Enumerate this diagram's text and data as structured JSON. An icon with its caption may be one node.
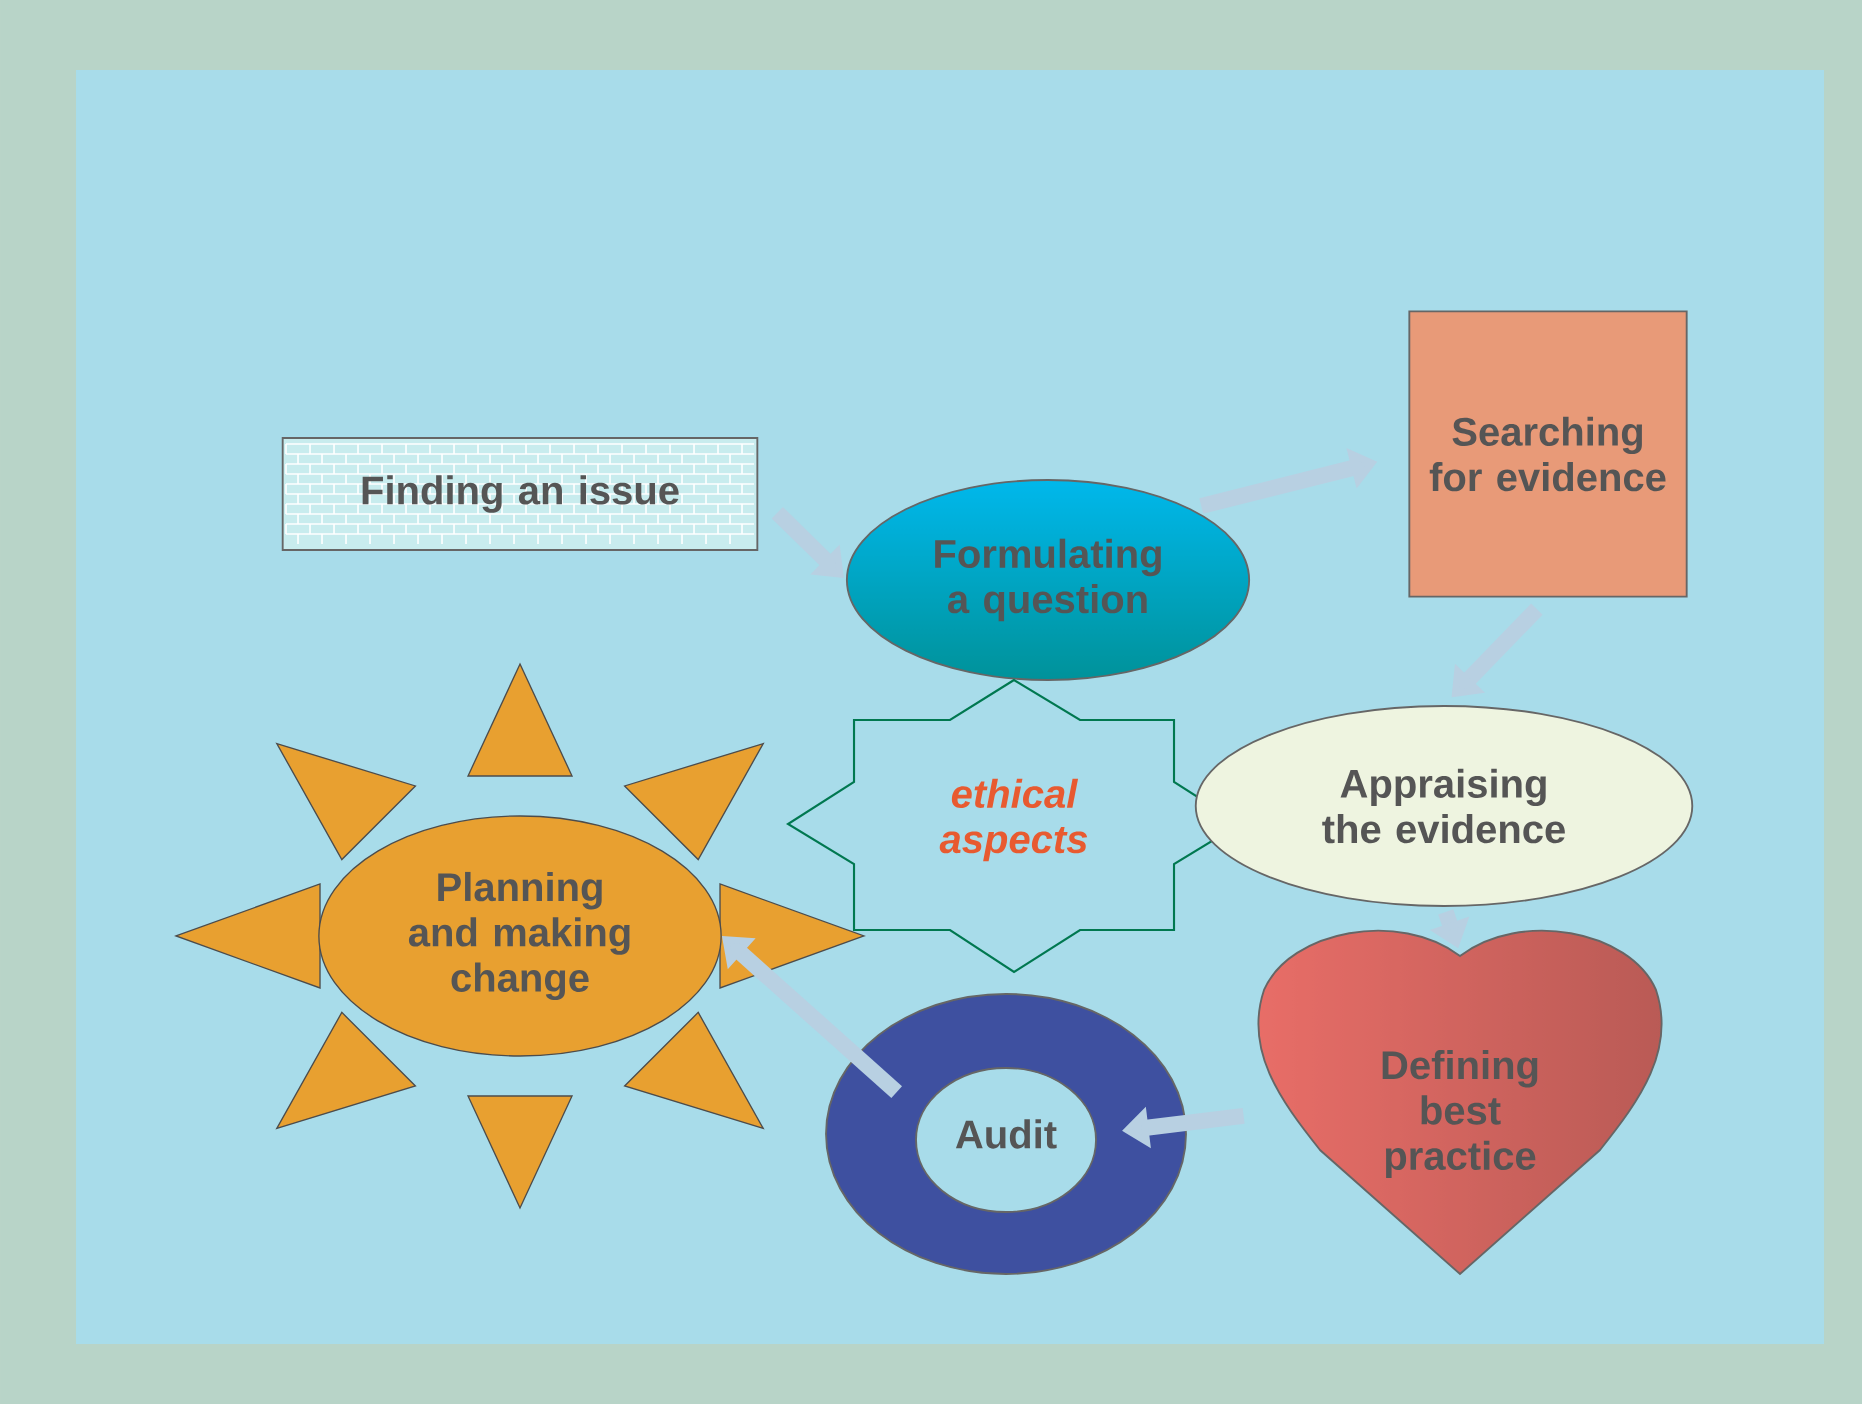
{
  "diagram": {
    "nodes": [
      {
        "text": [
          "Finding an issue"
        ]
      },
      {
        "text": [
          "Formulating a question"
        ]
      },
      {
        "text": [
          "Searching for evidence"
        ]
      },
      {
        "text": [
          "ethical aspects"
        ]
      },
      {
        "text": [
          "Appraising the evidence"
        ]
      },
      {
        "text": [
          "Planning and making change"
        ]
      },
      {
        "text": [
          "Defining best practice"
        ]
      },
      {
        "text": [
          "Audit"
        ]
      }
    ],
    "edges": [
      {
        "from": 0,
        "to": 1,
        "arrow": "to"
      },
      {
        "from": 1,
        "to": 2,
        "arrow": "to"
      },
      {
        "from": 2,
        "to": 4,
        "arrow": "to"
      },
      {
        "from": 4,
        "to": 6,
        "arrow": "to"
      },
      {
        "from": 6,
        "to": 7,
        "arrow": "to"
      },
      {
        "from": 7,
        "to": 5,
        "arrow": "to"
      }
    ]
  }
}
